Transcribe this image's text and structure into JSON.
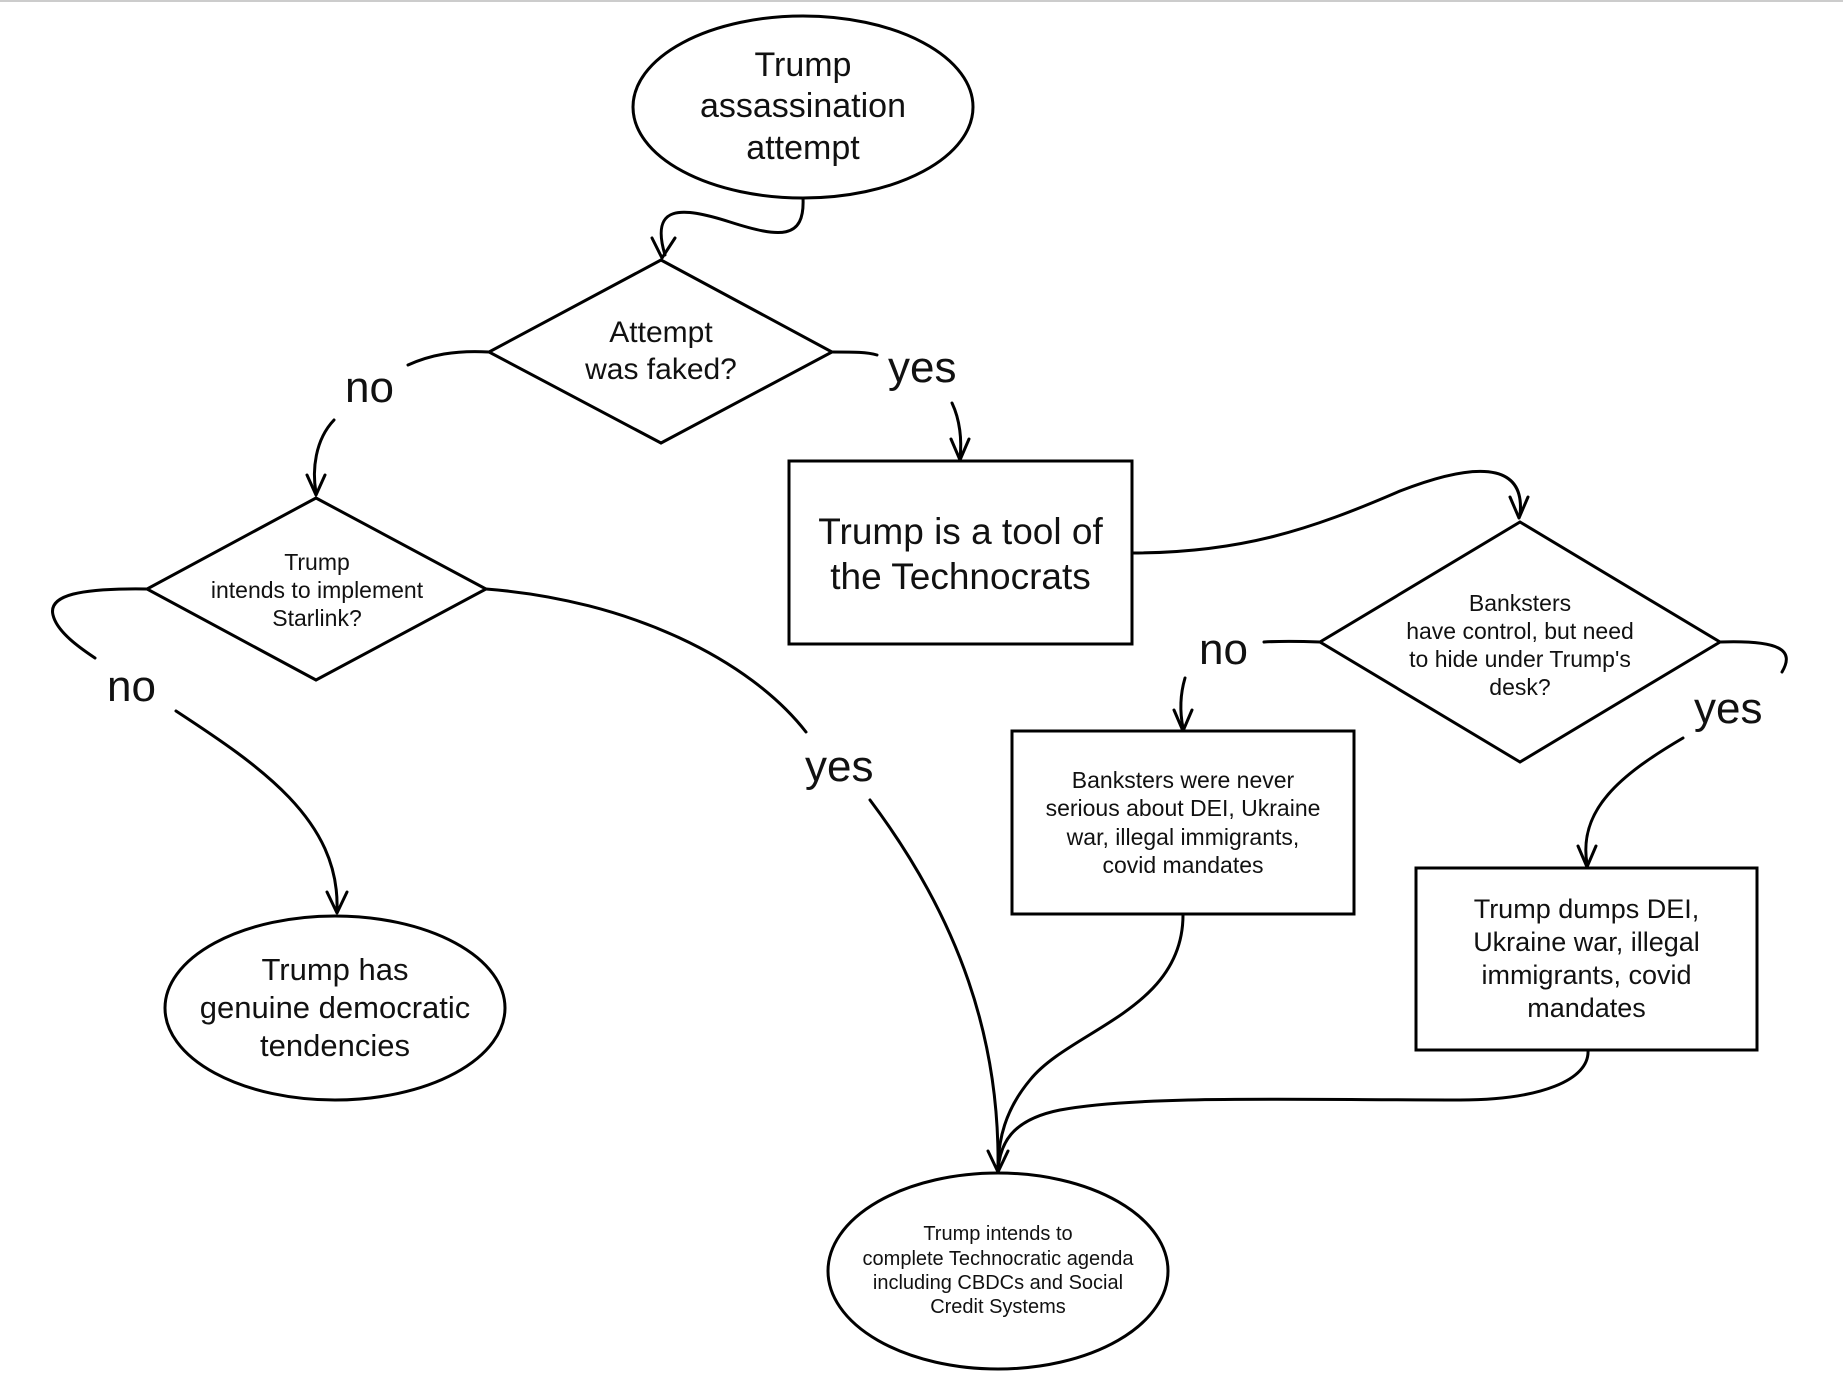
{
  "nodes": {
    "start": "Trump\nassassination\nattempt",
    "q_faked": "Attempt\nwas faked?",
    "q_starlink": "Trump\nintends to implement\nStarlink?",
    "tool_technocrats": "Trump is a tool of\nthe Technocrats",
    "q_banksters": "Banksters\nhave control, but need\nto hide under Trump's\ndesk?",
    "banksters_never": "Banksters were never\nserious about DEI, Ukraine\nwar, illegal immigrants,\ncovid mandates",
    "trump_dumps": "Trump dumps DEI,\nUkraine war, illegal\nimmigrants, covid\nmandates",
    "democratic": "Trump has\ngenuine democratic\ntendencies",
    "technocratic_agenda": "Trump intends to\ncomplete Technocratic agenda\nincluding CBDCs and Social\nCredit Systems"
  },
  "edge_labels": {
    "faked_no": "no",
    "faked_yes": "yes",
    "starlink_no": "no",
    "starlink_yes": "yes",
    "banksters_no": "no",
    "banksters_yes": "yes"
  }
}
